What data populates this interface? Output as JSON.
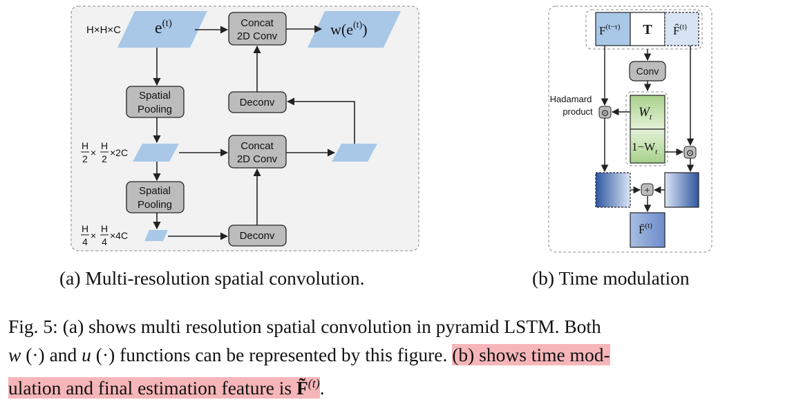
{
  "panel_a": {
    "label_top": "H×H×C",
    "label_mid_num": "H",
    "label_mid_den": "2",
    "label_mid_ch": "×2C",
    "label_bot_num": "H",
    "label_bot_den": "4",
    "label_bot_ch": "×4C",
    "input_base": "e",
    "input_sup": "(t)",
    "output_pre": "w(e",
    "output_sup": "(t)",
    "output_post": ")",
    "concat_l1": "Concat",
    "concat_l2": "2D Conv",
    "spatial_l1": "Spatial",
    "spatial_l2": "Pooling",
    "deconv": "Deconv",
    "caption": "(a) Multi-resolution spatial convolution."
  },
  "panel_b": {
    "f_prev_base": "F",
    "f_prev_sup": "(t−τ)",
    "t_label": "T",
    "f_hat_base": "F̂",
    "f_hat_sup": "(t)",
    "conv": "Conv",
    "hadamard_l1": "Hadamard",
    "hadamard_l2": "product",
    "odot": "⊙",
    "w_base": "W",
    "w_sub": "t",
    "one_minus": "1−W",
    "one_minus_sub": "t",
    "plus": "+",
    "f_out_base": "F̄",
    "f_out_sup": "(t)",
    "caption": "(b) Time modulation"
  },
  "figure_caption": {
    "line1": "Fig. 5: (a) shows multi resolution spatial convolution in pyramid LSTM. Both",
    "line2_w": "w",
    "line2_a": " (·) and ",
    "line2_u": "u",
    "line2_b": " (·) functions can be represented by this figure. ",
    "line2_hl": "(b) shows time mod-",
    "line3_hl": "ulation and final estimation feature is ",
    "line3_F": "F̃",
    "line3_sup": "(t)",
    "line3_end": "."
  },
  "colors": {
    "parallelogram": "#a9c8e8",
    "gray_box": "#bcbcbc",
    "green": "#c4e0a8",
    "blue_box": "#a9c8e8",
    "highlight": "#f6b6b9"
  }
}
